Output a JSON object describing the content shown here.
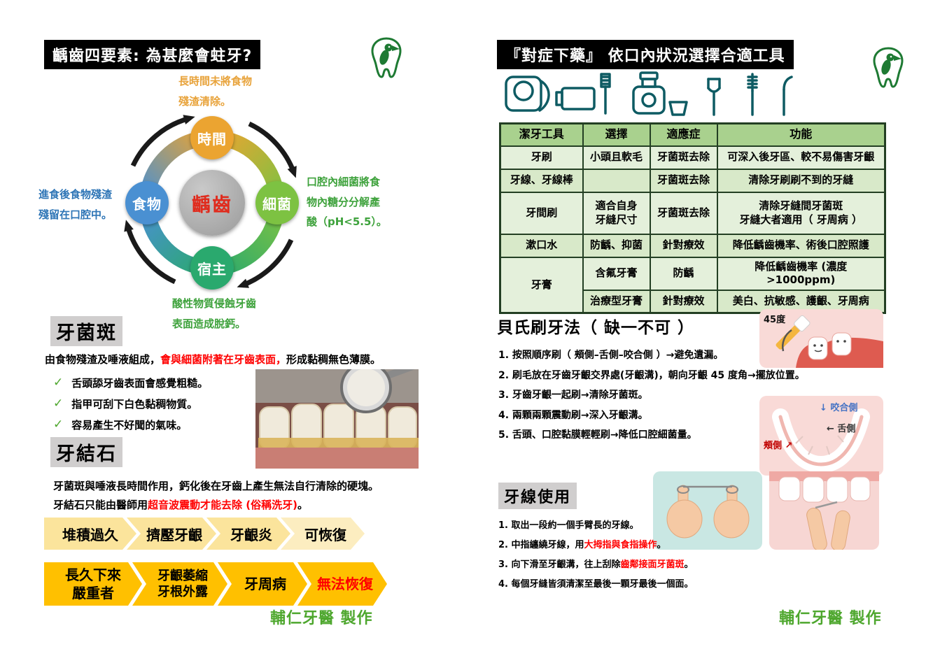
{
  "colors": {
    "footer_green": "#4EA72E",
    "accent_red": "#FF0000",
    "caries_center_red": "#E02B1D",
    "cycle_time_orange": "#EBA431",
    "cycle_bacteria_green": "#7DC242",
    "cycle_host_green": "#2AA96E",
    "cycle_food_blue": "#4A90D2",
    "flow_light_yellow": "#FBE49C",
    "flow_gold": "#FFC000",
    "table_header_green": "#A9D18E",
    "table_body_green": "#E4F0DB",
    "icon_teal": "#0E5B63",
    "heading_gray": "#D0CECE"
  },
  "left": {
    "title": "齲齒四要素: 為甚麼會蛀牙?",
    "cycle": {
      "center": "齲齒",
      "nodes": {
        "time": "時間",
        "bacteria": "細菌",
        "host": "宿主",
        "food": "食物"
      },
      "notes": {
        "top": "長時間未將食物\n殘渣清除。",
        "right": "口腔內細菌將食\n物內糖分分解產\n酸（pH<5.5）。",
        "left": "進食後食物殘渣\n殘留在口腔中。",
        "bottom": "酸性物質侵蝕牙齒\n表面造成脫鈣。"
      }
    },
    "plaque": {
      "heading": "牙菌斑",
      "intro_pre": "由食物殘渣及唾液組成，",
      "intro_red": "會與細菌附著在牙齒表面，",
      "intro_post": "形成黏稠無色薄膜。",
      "check_glyph": "✓",
      "checks": [
        "舌頭舔牙齒表面會感覺粗糙。",
        "指甲可刮下白色黏稠物質。",
        "容易產生不好聞的氣味。"
      ]
    },
    "calculus": {
      "heading": "牙結石",
      "line1": "牙菌斑與唾液長時間作用，鈣化後在牙齒上產生無法自行清除的硬塊。",
      "line2_pre": "牙結石只能由醫師用",
      "line2_red": "超音波震動才能去除 (俗稱洗牙)",
      "line2_post": "。",
      "flow1": [
        "堆積過久",
        "擠壓牙齦",
        "牙齦炎",
        "可恢復"
      ],
      "flow2": [
        {
          "line1": "長久下來",
          "line2": "嚴重者"
        },
        {
          "line1": "牙齦萎縮",
          "line2": "牙根外露"
        },
        {
          "line1": "牙周病",
          "line2": ""
        },
        {
          "line1": "無法恢復",
          "line2": ""
        }
      ]
    },
    "footer": "輔仁牙醫  製作"
  },
  "right": {
    "title": "『對症下藥』  依口內狀況選擇合適工具",
    "table": {
      "headers": [
        "潔牙工具",
        "選擇",
        "適應症",
        "功能"
      ],
      "rows": [
        {
          "tool": "牙刷",
          "choice": "小頭且軟毛",
          "indication": "牙菌斑去除",
          "function": "可深入後牙區、較不易傷害牙齦"
        },
        {
          "tool": "牙線、牙線棒",
          "choice": "",
          "indication": "牙菌斑去除",
          "function": "清除牙刷刷不到的牙縫"
        },
        {
          "tool": "牙間刷",
          "choice": "適合自身\n牙縫尺寸",
          "indication": "牙菌斑去除",
          "function": "清除牙縫間牙菌斑\n牙縫大者適用（ 牙周病 ）"
        },
        {
          "tool": "漱口水",
          "choice": "防齲、抑菌",
          "indication": "針對療效",
          "function": "降低齲齒機率、術後口腔照護"
        },
        {
          "tool": "牙膏",
          "choice": "含氟牙膏",
          "indication": "防齲",
          "function": "降低齲齒機率 (濃度>1000ppm)"
        },
        {
          "tool": "",
          "choice": "治療型牙膏",
          "indication": "針對療效",
          "function": "美白、抗敏感、護齦、牙周病"
        }
      ]
    },
    "brushing": {
      "heading": "貝氏刷牙法（ 缺一不可 ）",
      "items": [
        "1. 按照順序刷（ 頰側–舌側–咬合側 ）→避免遺漏。",
        "2. 刷毛放在牙齒牙齦交界處(牙齦溝)，朝向牙齦 45 度角→擺放位置。",
        "3. 牙齒牙齦一起刷→清除牙菌斑。",
        "4. 兩顆兩顆震動刷→深入牙齦溝。",
        "5. 舌頭、口腔黏膜輕輕刷→降低口腔細菌量。"
      ],
      "angle_label": "45度",
      "arch_labels": {
        "occlusal": "↓ 咬合側",
        "lingual": "← 舌側",
        "buccal": "頰側 ↗"
      }
    },
    "floss": {
      "heading": "牙線使用",
      "items": [
        {
          "pre": "1. 取出一段約一個手臂長的牙線。",
          "red": "",
          "post": ""
        },
        {
          "pre": "2. 中指纏繞牙線，用",
          "red": "大拇指與食指操作",
          "post": "。"
        },
        {
          "pre": "3. 向下滑至牙齦溝，往上刮除",
          "red": "齒鄰接面牙菌斑",
          "post": "。"
        },
        {
          "pre": "4. 每個牙縫皆須清潔至最後一顆牙最後一個面。",
          "red": "",
          "post": ""
        }
      ]
    },
    "footer": "輔仁牙醫  製作"
  }
}
